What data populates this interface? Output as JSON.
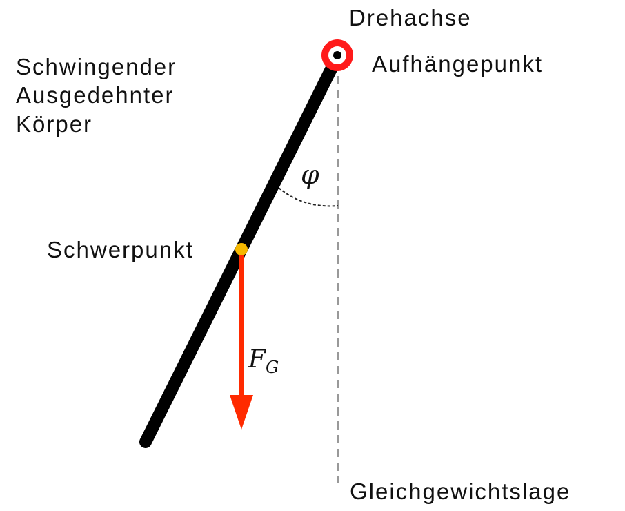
{
  "labels": {
    "pivot_axis": "Drehachse",
    "suspension_point": "Aufhängepunkt",
    "body_line_1": "Schwingender",
    "body_line_2": "Ausgedehnter",
    "body_line_3": "Körper",
    "center_of_mass": "Schwerpunkt",
    "equilibrium": "Gleichgewichtslage",
    "angle_symbol": "φ",
    "force_symbol": "F",
    "force_subscript": "G"
  },
  "colors": {
    "rod": "#000000",
    "pivot_ring": "#ff1a1a",
    "pivot_dot": "#000000",
    "center_of_mass": "#f5b800",
    "force_arrow": "#ff2a00",
    "equilibrium_line": "#999999",
    "angle_arc": "#222222"
  }
}
